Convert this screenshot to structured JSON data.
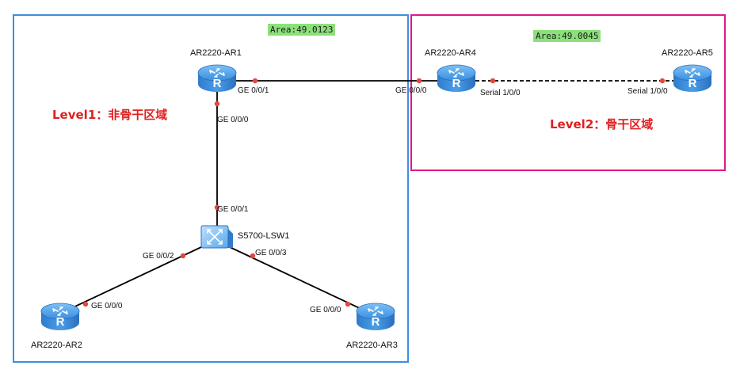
{
  "areas": {
    "left_label": "Area:49.0123",
    "right_label": "Area:49.0045",
    "left_border_color": "#3d8fe0",
    "right_border_color": "#e0188a",
    "tag_color": "#8ce07a"
  },
  "levels": {
    "level1": "Level1：非骨干区域",
    "level2": "Level2：骨干区域",
    "color": "#e02020"
  },
  "devices": {
    "ar1": "AR2220-AR1",
    "ar2": "AR2220-AR2",
    "ar3": "AR2220-AR3",
    "ar4": "AR2220-AR4",
    "ar5": "AR2220-AR5",
    "sw": "S5700-LSW1"
  },
  "ports": {
    "ar1_ge001": "GE 0/0/1",
    "ar1_ge000": "GE 0/0/0",
    "ar4_ge000": "GE 0/0/0",
    "ar4_serial": "Serial 1/0/0",
    "ar5_serial": "Serial 1/0/0",
    "sw_ge001": "GE 0/0/1",
    "sw_ge002": "GE 0/0/2",
    "sw_ge003": "GE 0/0/3",
    "ar2_ge000": "GE 0/0/0",
    "ar3_ge000": "GE 0/0/0"
  },
  "icons": {
    "router": "router-icon",
    "switch": "switch-icon",
    "router_color": "#3a8ee0",
    "port_dot_color": "#e8453c"
  }
}
